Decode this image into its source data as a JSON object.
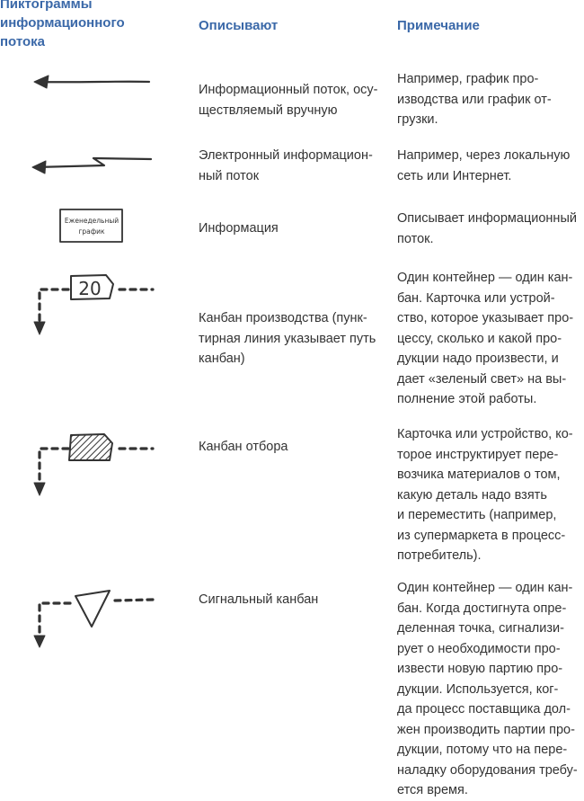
{
  "header": {
    "col1_lines": [
      "Пиктограммы",
      "информационного",
      "потока"
    ],
    "col2": "Описывают",
    "col3": "Примечание"
  },
  "rows": [
    {
      "icon": "manual-info-arrow-icon",
      "describes": [
        "Информационный поток, осу-",
        "ществляемый вручную"
      ],
      "note": [
        "Например, график про-",
        "изводства или график от-",
        "грузки."
      ]
    },
    {
      "icon": "electronic-info-arrow-icon",
      "describes": [
        "Электронный информацион-",
        "ный поток"
      ],
      "note": [
        "Например, через локальную",
        "сеть или Интернет."
      ]
    },
    {
      "icon": "information-box-icon",
      "icon_text": [
        "Еженедельный",
        "график"
      ],
      "describes": [
        "Информация"
      ],
      "note": [
        "Описывает информационный",
        "поток."
      ]
    },
    {
      "icon": "production-kanban-icon",
      "icon_text": [
        "20"
      ],
      "describes": [
        "Канбан производства (пунк-",
        "тирная линия указывает путь",
        "канбан)"
      ],
      "note": [
        "Один контейнер — один кан-",
        "бан. Карточка или устрой-",
        "ство, которое указывает про-",
        "цессу, сколько и какой про-",
        "дукции надо произвести, и",
        "дает «зеленый свет» на вы-",
        "полнение этой работы."
      ]
    },
    {
      "icon": "withdrawal-kanban-icon",
      "describes": [
        "Канбан отбора"
      ],
      "note": [
        "Карточка или устройство, ко-",
        "торое инструктирует пере-",
        "возчика материалов о том,",
        "какую деталь надо взять",
        "и переместить (например,",
        "из супермаркета в процесс-",
        "потребитель)."
      ]
    },
    {
      "icon": "signal-kanban-icon",
      "describes": [
        "Сигнальный канбан"
      ],
      "note": [
        "Один контейнер — один кан-",
        "бан. Когда достигнута опре-",
        "деленная точка, сигнализи-",
        "рует о необходимости про-",
        "извести новую партию про-",
        "дукции. Используется, ког-",
        "да процесс поставщика дол-",
        "жен производить партии про-",
        "дукции, потому что на пере-",
        "наладку оборудования требу-",
        "ется время."
      ]
    }
  ]
}
